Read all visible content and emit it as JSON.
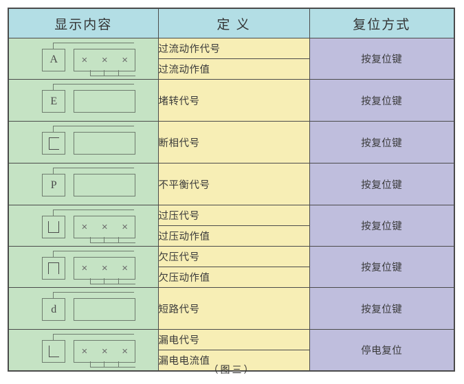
{
  "table": {
    "headers": [
      "显示内容",
      "定  义",
      "复位方式"
    ],
    "rows": [
      {
        "symbol": {
          "letter": "A",
          "letter_kind": "text",
          "has_digits": true,
          "digits": "× × ×"
        },
        "definitions": [
          "过流动作代号",
          "过流动作值"
        ],
        "reset": "按复位键"
      },
      {
        "symbol": {
          "letter": "E",
          "letter_kind": "text",
          "has_digits": false,
          "digits": ""
        },
        "definitions": [
          "堵转代号"
        ],
        "reset": "按复位键"
      },
      {
        "symbol": {
          "letter": "C",
          "letter_kind": "shape-c",
          "has_digits": false,
          "digits": ""
        },
        "definitions": [
          "断相代号"
        ],
        "reset": "按复位键"
      },
      {
        "symbol": {
          "letter": "P",
          "letter_kind": "text",
          "has_digits": false,
          "digits": ""
        },
        "definitions": [
          "不平衡代号"
        ],
        "reset": "按复位键"
      },
      {
        "symbol": {
          "letter": "U",
          "letter_kind": "shape-u",
          "has_digits": true,
          "digits": "× × ×"
        },
        "definitions": [
          "过压代号",
          "过压动作值"
        ],
        "reset": "按复位键"
      },
      {
        "symbol": {
          "letter": "n",
          "letter_kind": "shape-n",
          "has_digits": true,
          "digits": "× × ×"
        },
        "definitions": [
          "欠压代号",
          "欠压动作值"
        ],
        "reset": "按复位键"
      },
      {
        "symbol": {
          "letter": "d",
          "letter_kind": "text",
          "has_digits": false,
          "digits": ""
        },
        "definitions": [
          "短路代号"
        ],
        "reset": "按复位键"
      },
      {
        "symbol": {
          "letter": "L",
          "letter_kind": "shape-l",
          "has_digits": true,
          "digits": "× × ×"
        },
        "definitions": [
          "漏电代号",
          "漏电电流值"
        ],
        "reset": "停电复位"
      }
    ]
  },
  "caption": "（图三）",
  "colors": {
    "header_bg": "#b3dee5",
    "display_bg": "#c5e3c4",
    "definition_bg": "#f7eeb5",
    "reset_bg": "#bfbedd",
    "border": "#4a4a4a",
    "symbol_stroke": "#6e7b6e"
  }
}
